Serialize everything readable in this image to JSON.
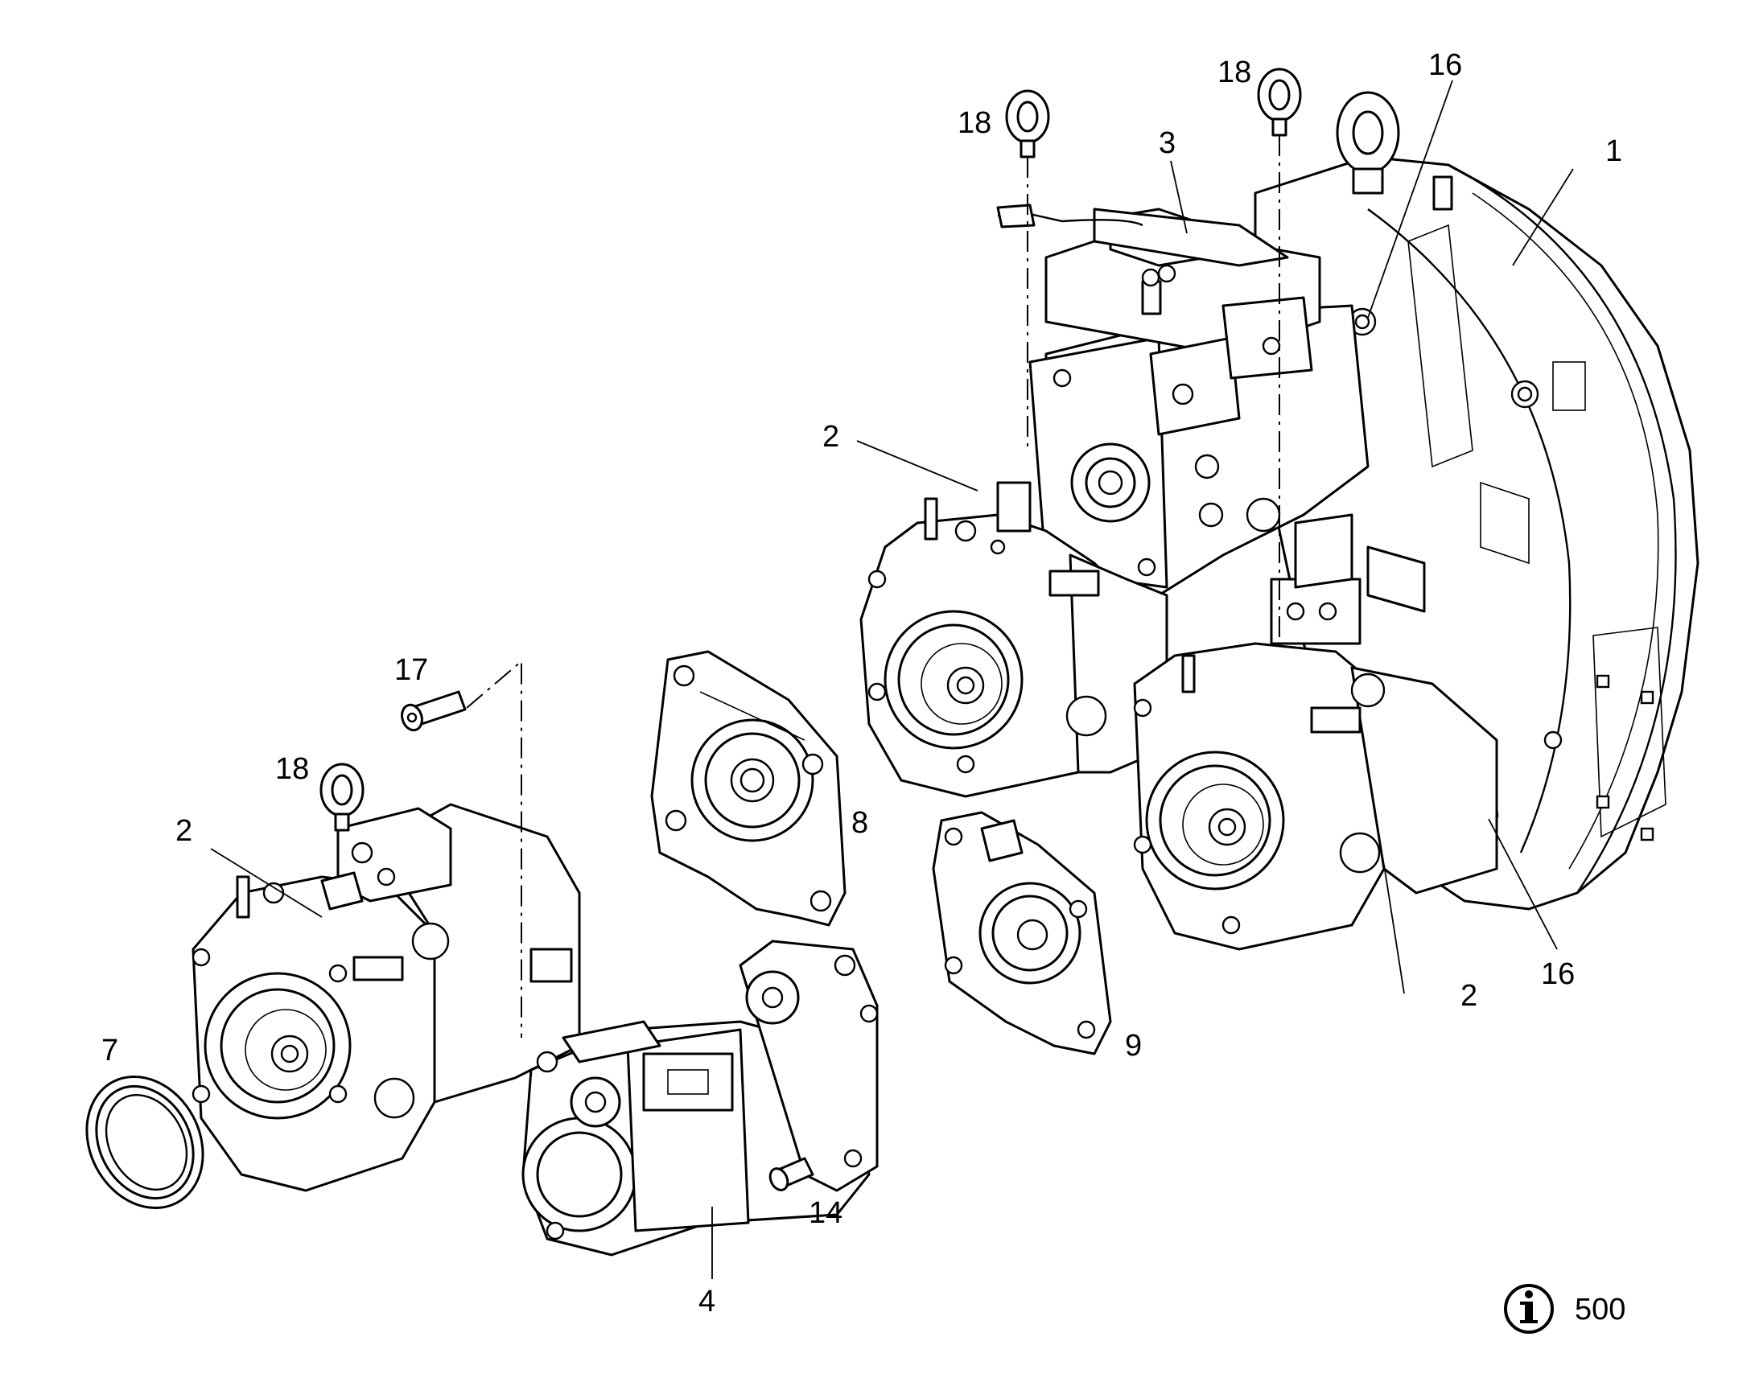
{
  "labels": {
    "p1": "1",
    "p2a": "2",
    "p2b": "2",
    "p2c": "2",
    "p3": "3",
    "p4": "4",
    "p7": "7",
    "p8": "8",
    "p9": "9",
    "p14": "14",
    "p16a": "16",
    "p16b": "16",
    "p17": "17",
    "p18a": "18",
    "p18b": "18",
    "p18c": "18"
  },
  "info": {
    "icon": "info-icon",
    "text": "500"
  },
  "style": {
    "line_color": "#000000",
    "background": "#ffffff"
  }
}
